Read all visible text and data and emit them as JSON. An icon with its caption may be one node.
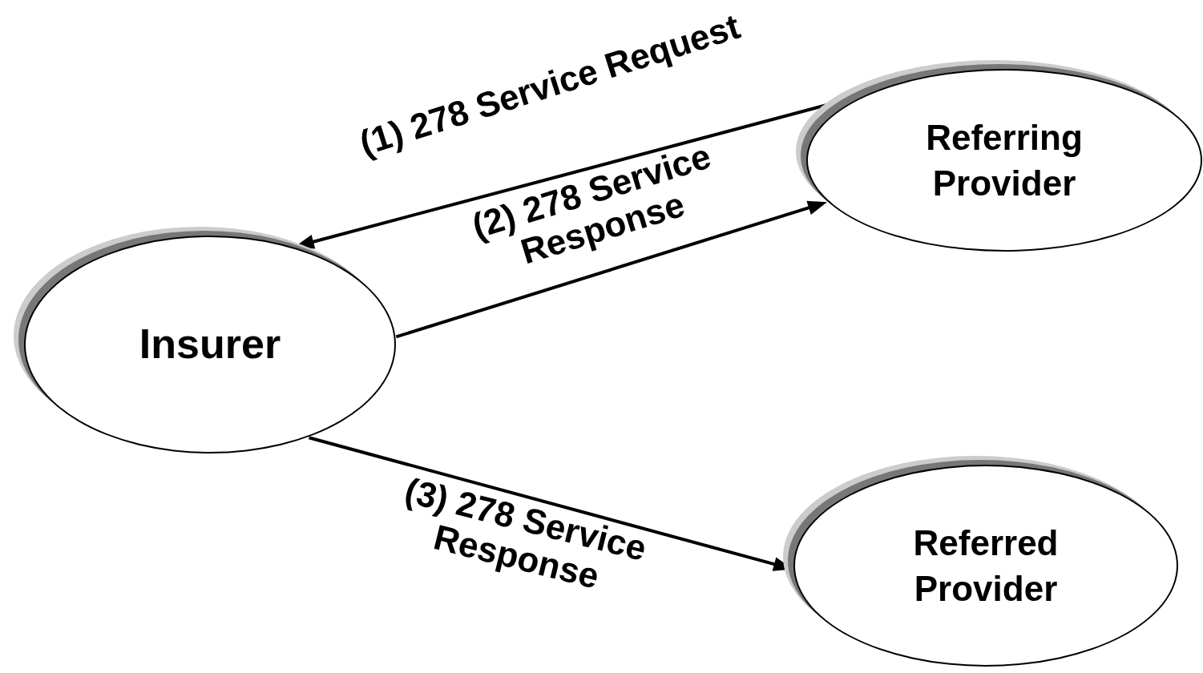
{
  "diagram": {
    "nodes": [
      {
        "text": [
          "Insurer"
        ]
      },
      {
        "text": [
          "Referring Provider"
        ]
      },
      {
        "text": [
          "Referred Provider"
        ]
      }
    ],
    "edges": [
      {
        "from": 1,
        "to": 0,
        "arrow": "to",
        "label": "(1) 278 Service Request"
      },
      {
        "from": 0,
        "to": 1,
        "arrow": "to",
        "label": "(2) 278 Service Response"
      },
      {
        "from": 0,
        "to": 2,
        "arrow": "to",
        "label": "(3) 278 Service Response"
      }
    ]
  }
}
